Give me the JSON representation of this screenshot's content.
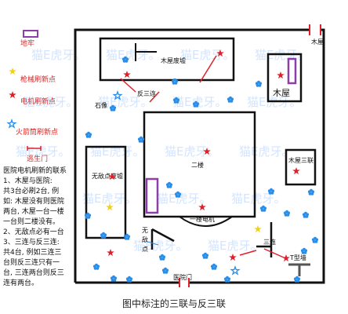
{
  "legend": {
    "items": [
      {
        "label": "地牢",
        "icon": "purple-rectangle-icon"
      },
      {
        "label": "枪械刷新点",
        "icon": "yellow-star-icon"
      },
      {
        "label": "电机刷新点",
        "icon": "red-star-icon"
      },
      {
        "label": "火箭筒刷新点",
        "icon": "blue-star-icon"
      },
      {
        "label": "逃生门",
        "icon": "exit-door-icon"
      }
    ]
  },
  "note": {
    "lines": [
      "医院电机刷新的联系",
      "1、木屋与医院:",
      "共3台必刷2台, 例",
      "如: 木屋没有则医院",
      "两台, 木屋一台一楼",
      "一台则二楼没有。",
      "2、无敌点必有一台",
      "3、三连与反三连:",
      "共4台, 例如三连三",
      "台则反三连只有一",
      "台, 三连两台则反三",
      "连有两台。"
    ]
  },
  "map_labels": {
    "wood_house_ruins": "木屋废墟",
    "statue": "石像",
    "reverse_triple": "反三连",
    "wood_house": "木屋",
    "wood_house_top": "木屋",
    "invincible_ruins": "无敌点废墟",
    "second_floor": "二楼",
    "first_floor_motor": "一楼电机",
    "invincible_spot": "无\n敌\n点",
    "triple": "三连",
    "wood_triple": "木屋三联",
    "t_wall": "T型墙",
    "hospital_gate": "医院门"
  },
  "watermark": "猫E虎牙。",
  "caption": "图中标注的三联与反三联",
  "colors": {
    "dungeon": "#8b3fa8",
    "gun": "#f2d11a",
    "motor": "#e0202a",
    "rocket": "#2a8ee8",
    "exit": "#e0202a",
    "walls": "#111111"
  }
}
